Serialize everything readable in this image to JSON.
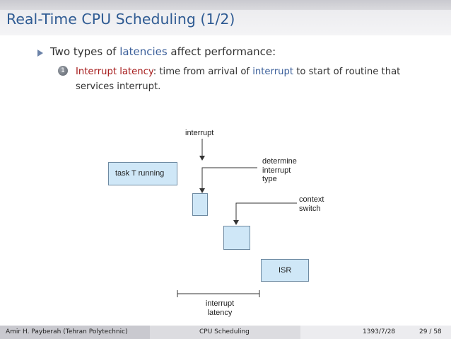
{
  "slide": {
    "title": "Real-Time CPU Scheduling (1/2)",
    "bullet": {
      "prefix": "Two types of ",
      "highlight": "latencies",
      "suffix": " affect performance:"
    },
    "item": {
      "number": "1",
      "term": "Interrupt latency",
      "text_a": ": time from arrival of ",
      "highlight": "interrupt",
      "text_b": " to start of routine that services interrupt."
    }
  },
  "diagram": {
    "label_interrupt": "interrupt",
    "box_task": "task T running",
    "label_determine_1": "determine",
    "label_determine_2": "interrupt",
    "label_determine_3": "type",
    "label_context_1": "context",
    "label_context_2": "switch",
    "box_isr": "ISR",
    "label_latency_1": "interrupt",
    "label_latency_2": "latency",
    "box_color": "#cfe7f7"
  },
  "footer": {
    "author": "Amir H. Payberah (Tehran Polytechnic)",
    "course": "CPU Scheduling",
    "date": "1393/7/28",
    "page": "29 / 58"
  }
}
